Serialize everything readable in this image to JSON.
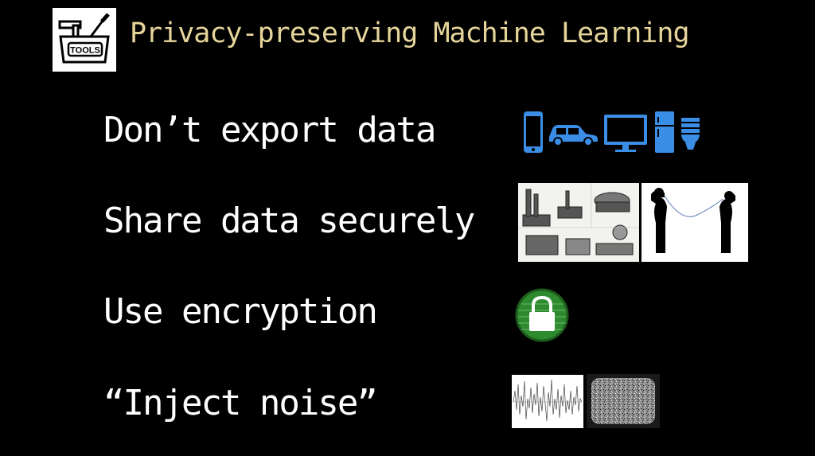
{
  "title": "Privacy-preserving Machine Learning",
  "logo": {
    "text": "TOOLS",
    "icon": "toolbox-icon"
  },
  "items": [
    {
      "label": "Don’t export data",
      "icons": [
        "smartphone-icon",
        "car-icon",
        "monitor-icon",
        "refrigerator-icon",
        "lightbulb-icon"
      ],
      "accent": "#3a8ee6"
    },
    {
      "label": "Share data securely",
      "icons": [
        "telegraph-machines-image",
        "tin-can-phone-image"
      ]
    },
    {
      "label": "Use encryption",
      "icons": [
        "padlock-icon"
      ],
      "accent": "#2e8a2e"
    },
    {
      "label": "“Inject noise”",
      "icons": [
        "noise-waveform-image",
        "tv-static-image"
      ]
    }
  ]
}
